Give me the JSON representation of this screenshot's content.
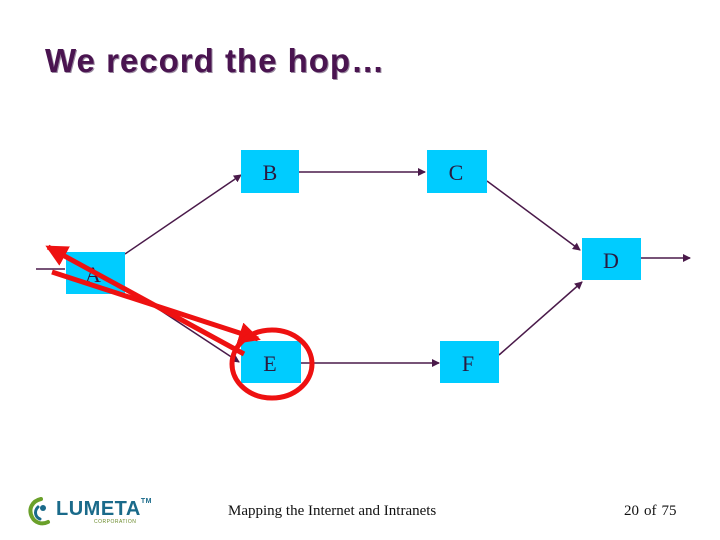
{
  "slide": {
    "title": "We record the hop…",
    "footer_caption": "Mapping the Internet and Intranets",
    "page_current": "20",
    "page_of": "of",
    "page_total": "75"
  },
  "logo": {
    "wordmark": "LUMETA",
    "trademark": "TM",
    "tagline": "CORPORATION",
    "icon": "lumeta-swoosh-icon"
  },
  "nodes": [
    {
      "id": "A",
      "label": "A"
    },
    {
      "id": "B",
      "label": "B"
    },
    {
      "id": "C",
      "label": "C"
    },
    {
      "id": "D",
      "label": "D"
    },
    {
      "id": "E",
      "label": "E"
    },
    {
      "id": "F",
      "label": "F"
    }
  ],
  "links": [
    {
      "from": "external",
      "to": "A"
    },
    {
      "from": "A",
      "to": "B"
    },
    {
      "from": "A",
      "to": "E"
    },
    {
      "from": "B",
      "to": "C"
    },
    {
      "from": "E",
      "to": "F"
    },
    {
      "from": "C",
      "to": "D"
    },
    {
      "from": "F",
      "to": "D"
    },
    {
      "from": "D",
      "to": "external"
    }
  ],
  "trace": {
    "path": [
      "A",
      "E",
      "A"
    ],
    "highlighted_node": "E",
    "highlight_color": "#ee1111"
  },
  "colors": {
    "node_fill": "#00ccff",
    "link": "#4a1a4a",
    "title": "#4a1450"
  }
}
